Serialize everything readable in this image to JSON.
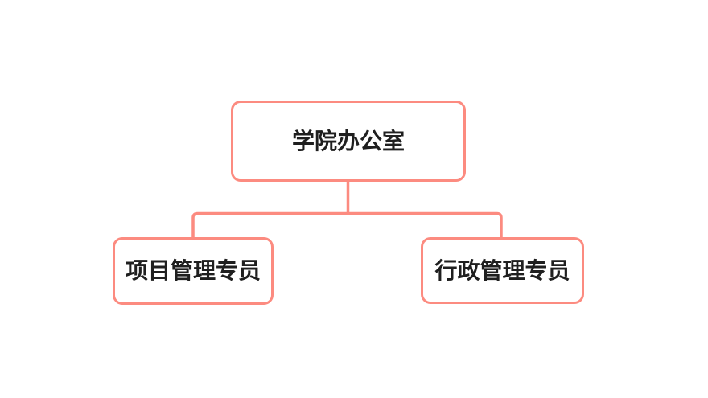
{
  "diagram": {
    "type": "org-chart",
    "root": {
      "label": "学院办公室"
    },
    "children": [
      {
        "label": "项目管理专员"
      },
      {
        "label": "行政管理专员"
      }
    ]
  },
  "colors": {
    "accent": "#FC8B80",
    "text": "#1F1F1F",
    "background": "#FFFFFF"
  }
}
